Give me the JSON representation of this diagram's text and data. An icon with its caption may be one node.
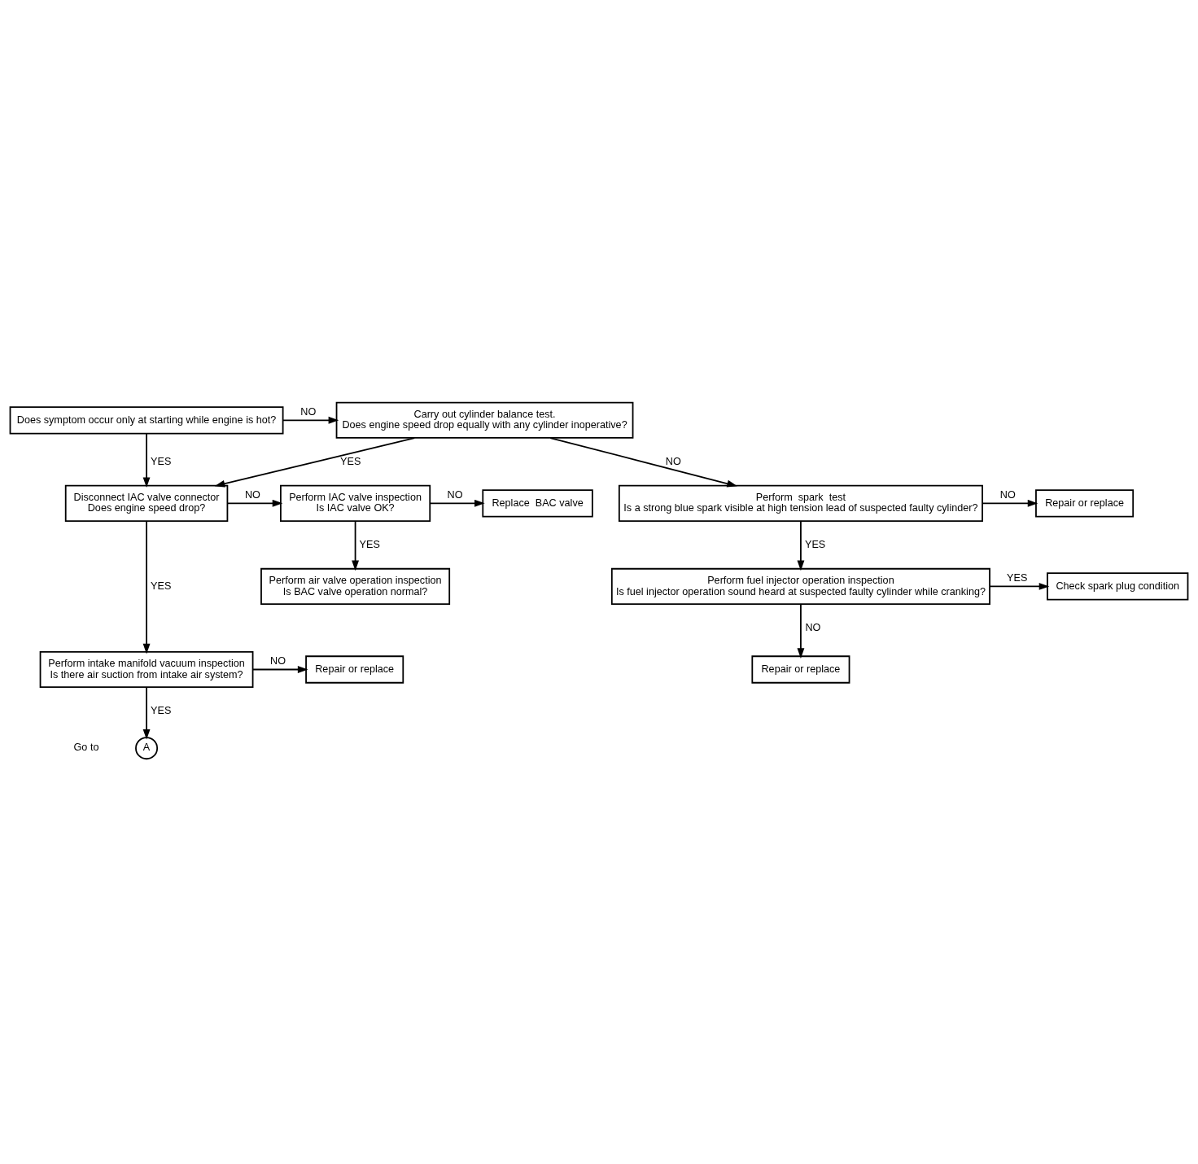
{
  "diagram": {
    "nodes": [
      {
        "text": [
          "Does symptom occur only at starting while engine is hot?"
        ]
      },
      {
        "text": [
          "Carry out cylinder balance test.",
          "Does engine speed drop equally with any cylinder inoperative?"
        ]
      },
      {
        "text": [
          "Disconnect IAC valve connector",
          "Does engine speed drop?"
        ]
      },
      {
        "text": [
          "Perform IAC valve inspection",
          "Is IAC valve OK?"
        ]
      },
      {
        "text": [
          "Replace  BAC valve"
        ]
      },
      {
        "text": [
          "Perform  spark  test",
          "Is a strong blue spark visible at high tension lead of suspected faulty cylinder?"
        ]
      },
      {
        "text": [
          "Repair or replace"
        ]
      },
      {
        "text": [
          "Perform air valve operation inspection",
          "Is BAC valve operation normal?"
        ]
      },
      {
        "text": [
          "Perform fuel injector operation inspection",
          "Is fuel injector operation sound heard at suspected faulty cylinder while cranking?"
        ]
      },
      {
        "text": [
          "Check spark plug condition"
        ]
      },
      {
        "text": [
          "Perform intake manifold vacuum inspection",
          "Is there air suction from intake air system?"
        ]
      },
      {
        "text": [
          "Repair or replace"
        ]
      },
      {
        "text": [
          "Repair or replace"
        ]
      },
      {
        "text": [
          "A"
        ],
        "beside": [
          "Go to"
        ]
      }
    ],
    "edges": [
      {
        "from": 0,
        "to": 1,
        "arrow": "to",
        "label": "NO"
      },
      {
        "from": 0,
        "to": 2,
        "arrow": "to",
        "label": "YES"
      },
      {
        "from": 1,
        "to": 2,
        "arrow": "to",
        "label": "YES"
      },
      {
        "from": 1,
        "to": 5,
        "arrow": "to",
        "label": "NO"
      },
      {
        "from": 2,
        "to": 3,
        "arrow": "to",
        "label": "NO"
      },
      {
        "from": 2,
        "to": 10,
        "arrow": "to",
        "label": "YES"
      },
      {
        "from": 3,
        "to": 4,
        "arrow": "to",
        "label": "NO"
      },
      {
        "from": 3,
        "to": 7,
        "arrow": "to",
        "label": "YES"
      },
      {
        "from": 5,
        "to": 6,
        "arrow": "to",
        "label": "NO"
      },
      {
        "from": 5,
        "to": 8,
        "arrow": "to",
        "label": "YES"
      },
      {
        "from": 8,
        "to": 9,
        "arrow": "to",
        "label": "YES"
      },
      {
        "from": 8,
        "to": 12,
        "arrow": "to",
        "label": "NO"
      },
      {
        "from": 10,
        "to": 11,
        "arrow": "to",
        "label": "NO"
      },
      {
        "from": 10,
        "to": 13,
        "arrow": "to",
        "label": "YES"
      }
    ]
  }
}
